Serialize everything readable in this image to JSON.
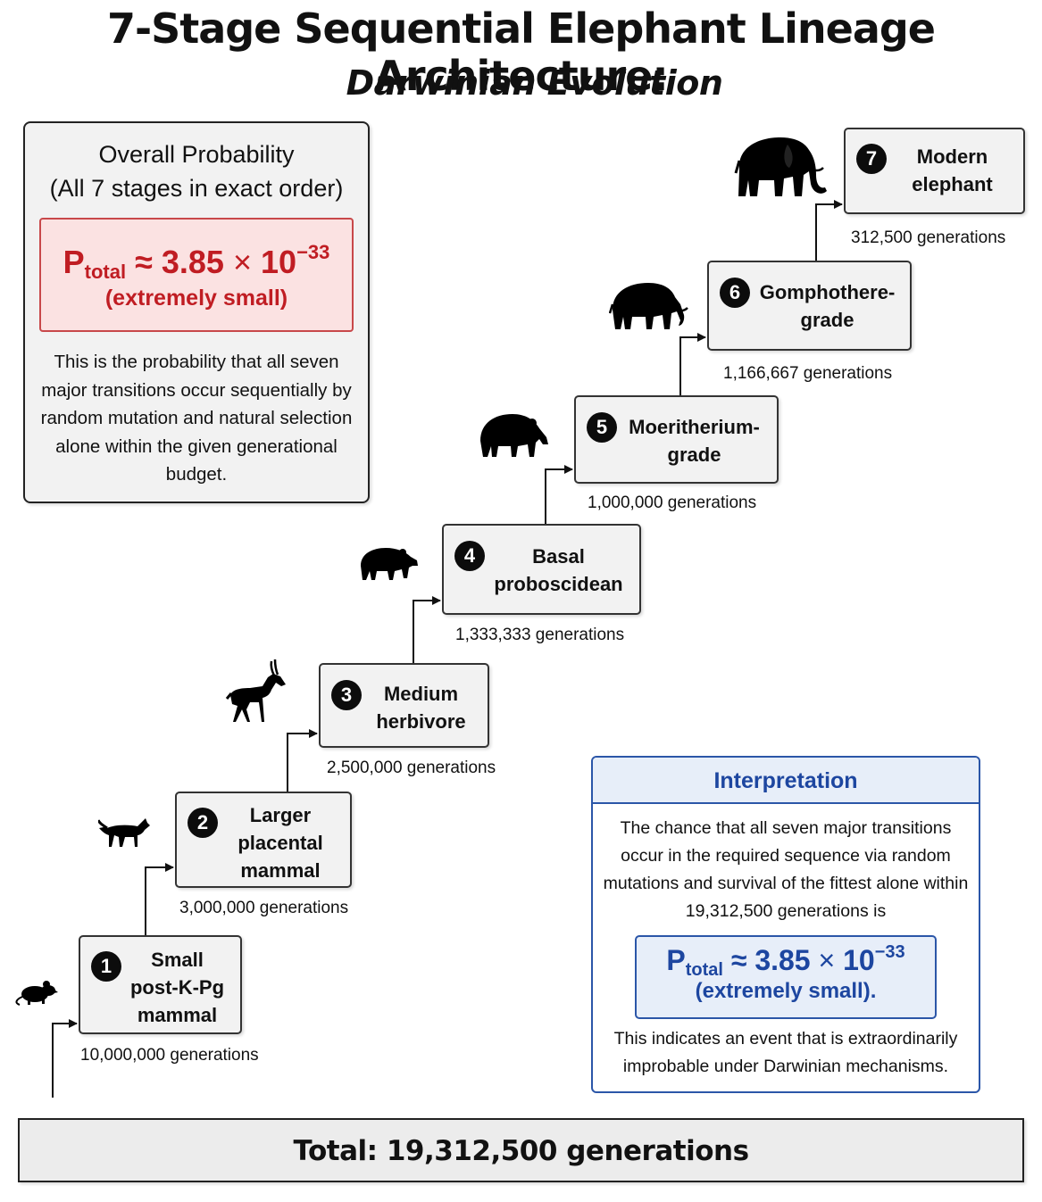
{
  "title": "7-Stage Sequential Elephant Lineage Architecture:",
  "subtitle": "Darwinian Evolution",
  "overall_panel": {
    "heading_line1": "Overall Probability",
    "heading_line2": "(All 7 stages in exact order)",
    "formula": {
      "symbol": "P",
      "subscript": "total",
      "approx": "≈",
      "mantissa": "3.85",
      "times": "×",
      "base": "10",
      "exponent": "−33"
    },
    "note": "(extremely small)",
    "description": "This is the probability that all seven major transitions occur sequentially by random mutation and natural selection alone within the given generational budget."
  },
  "stages": [
    {
      "num": "1",
      "label_lines": [
        "Small",
        "post-K-Pg",
        "mammal"
      ],
      "generations": "10,000,000 generations",
      "animal": "mouse-silhouette-icon"
    },
    {
      "num": "2",
      "label_lines": [
        "Larger",
        "placental",
        "mammal"
      ],
      "generations": "3,000,000 generations",
      "animal": "dog-silhouette-icon"
    },
    {
      "num": "3",
      "label_lines": [
        "Medium",
        "herbivore"
      ],
      "generations": "2,500,000 generations",
      "animal": "antelope-silhouette-icon"
    },
    {
      "num": "4",
      "label_lines": [
        "Basal",
        "proboscidean"
      ],
      "generations": "1,333,333 generations",
      "animal": "tapir-silhouette-icon"
    },
    {
      "num": "5",
      "label_lines": [
        "Moeritherium-",
        "grade"
      ],
      "generations": "1,000,000 generations",
      "animal": "moeritherium-silhouette-icon"
    },
    {
      "num": "6",
      "label_lines": [
        "Gomphothere-",
        "grade"
      ],
      "generations": "1,166,667 generations",
      "animal": "gomphothere-silhouette-icon"
    },
    {
      "num": "7",
      "label_lines": [
        "Modern",
        "elephant"
      ],
      "generations": "312,500 generations",
      "animal": "elephant-silhouette-icon"
    }
  ],
  "interpretation": {
    "title": "Interpretation",
    "text": "The chance that all seven major transitions occur in the required sequence via random mutations and survival of the fittest alone within 19,312,500 generations is",
    "formula": {
      "symbol": "P",
      "subscript": "total",
      "approx": "≈",
      "mantissa": "3.85",
      "times": "×",
      "base": "10",
      "exponent": "−33"
    },
    "note": "(extremely small).",
    "footer": "This indicates an event that is extraordinarily improbable under Darwinian mechanisms."
  },
  "total": "Total: 19,312,500 generations",
  "colors": {
    "probability_red": "#c01d23",
    "interpretation_blue": "#1d46a0",
    "box_gray": "#f2f2f2"
  }
}
